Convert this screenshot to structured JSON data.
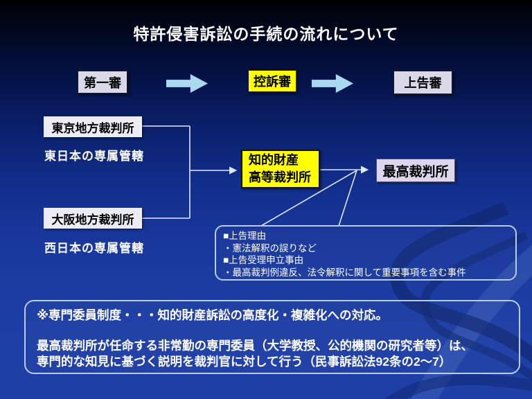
{
  "title": "特許侵害訴訟の手続の流れについて",
  "stages": {
    "first": "第一審",
    "second": "控訴審",
    "third": "上告審"
  },
  "courts": {
    "tokyo": "東京地方裁判所",
    "tokyo_note": "東日本の専属管轄",
    "osaka": "大阪地方裁判所",
    "osaka_note": "西日本の専属管轄",
    "ip_high_line1": "知的財産",
    "ip_high_line2": "高等裁判所",
    "supreme": "最高裁判所"
  },
  "appeal_box": {
    "lines": [
      "■上告理由",
      "・憲法解釈の誤りなど",
      "■上告受理申立事由",
      "・最高裁判例違反、法令解釈に関して重要事項を含む事件"
    ]
  },
  "expert_box": {
    "line1": "※専門委員制度・・・知的財産訴訟の高度化・複雑化への対応。",
    "line2": "最高裁判所が任命する非常勤の専門委員（大学教授、公的機関の研究者等）は、",
    "line3": "専門的な知見に基づく説明を裁判官に対して行う（民事訴訟法92条の2～7）"
  },
  "colors": {
    "background_top": "#000002",
    "background_bottom": "#1e3fa6",
    "stage_lavender": "#dbd8ea",
    "stage_yellow": "#ffff00",
    "block_arrow_blue": "#a8d9ef",
    "court_white": "#edecf4",
    "supreme_lavender": "#dcd7ec",
    "outline_light_blue": "#b9cdf0",
    "connector_line": "#dfe7fc",
    "text_white": "#ffffff",
    "text_black": "#000000"
  }
}
